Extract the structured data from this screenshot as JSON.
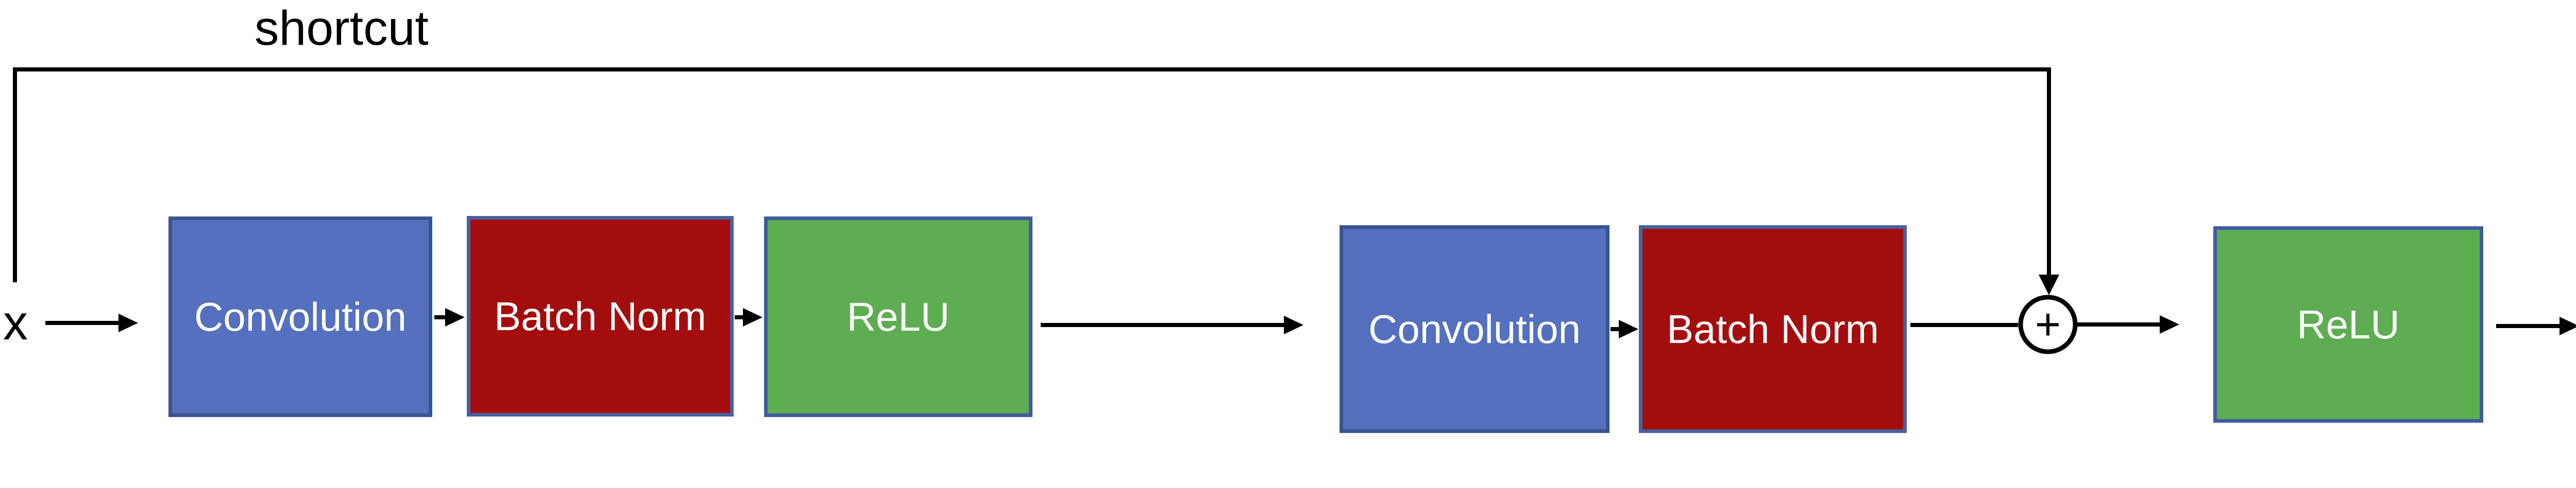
{
  "diagram": {
    "background": "#ffffff",
    "labels": {
      "shortcut": "shortcut",
      "input": "x",
      "add": "+"
    },
    "nodes": [
      {
        "id": "conv1",
        "label": "Convolution",
        "type": "convolution"
      },
      {
        "id": "bn1",
        "label": "Batch Norm",
        "type": "batch_norm"
      },
      {
        "id": "relu1",
        "label": "ReLU",
        "type": "relu"
      },
      {
        "id": "conv2",
        "label": "Convolution",
        "type": "convolution"
      },
      {
        "id": "bn2",
        "label": "Batch Norm",
        "type": "batch_norm"
      },
      {
        "id": "add",
        "label": "+",
        "type": "add"
      },
      {
        "id": "relu2",
        "label": "ReLU",
        "type": "relu"
      }
    ],
    "edges": [
      {
        "from": "x",
        "to": "conv1",
        "arrowhead": true
      },
      {
        "from": "conv1",
        "to": "bn1",
        "arrowhead": true
      },
      {
        "from": "bn1",
        "to": "relu1",
        "arrowhead": true
      },
      {
        "from": "relu1",
        "to": "conv2",
        "arrowhead": true
      },
      {
        "from": "conv2",
        "to": "bn2",
        "arrowhead": true
      },
      {
        "from": "bn2",
        "to": "add",
        "arrowhead": false
      },
      {
        "from": "add",
        "to": "relu2",
        "arrowhead": true
      },
      {
        "from": "relu2",
        "to": "output",
        "arrowhead": true
      },
      {
        "from": "x",
        "to": "add",
        "via": "shortcut",
        "arrowhead": true
      }
    ],
    "colors": {
      "convolution_fill": "#5470BE",
      "convolution_border": "#3A5390",
      "batch_norm_fill": "#A40D0D",
      "batch_norm_border": "#47619E",
      "relu_fill": "#5EAD52",
      "relu_border": "#3F5C9C",
      "line": "#000000",
      "node_text": "#FFFFFF",
      "label_text": "#000000"
    }
  }
}
